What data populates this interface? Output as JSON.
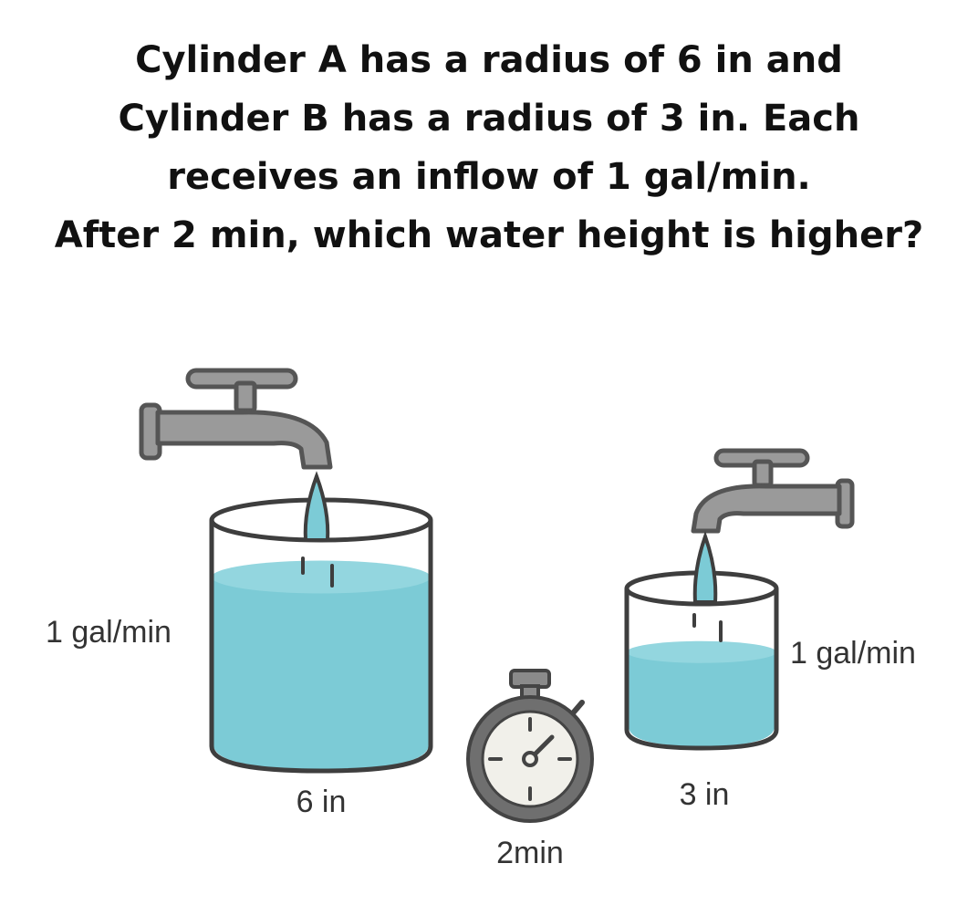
{
  "question": {
    "lines": [
      "Cylinder A has a radius of 6 in and",
      "Cylinder B has a radius of 3 in. Each",
      "receives an inflow of 1 gal/min.",
      "After 2 min, which water height is higher?"
    ]
  },
  "cylinder_a": {
    "flow_label": "1 gal/min",
    "radius_label": "6 in",
    "fill_level": 0.75
  },
  "cylinder_b": {
    "flow_label": "1 gal/min",
    "radius_label": "3 in",
    "fill_level": 0.55
  },
  "timer": {
    "label": "2min",
    "icon": "stopwatch-icon"
  },
  "colors": {
    "water": "#7ccbd6",
    "water_top": "#93d6df",
    "outline": "#3e3e3e",
    "faucet": "#9a9a9a",
    "faucet_outline": "#555555",
    "clock_face": "#f1f0ea",
    "clock_body": "#6f6f6f"
  }
}
